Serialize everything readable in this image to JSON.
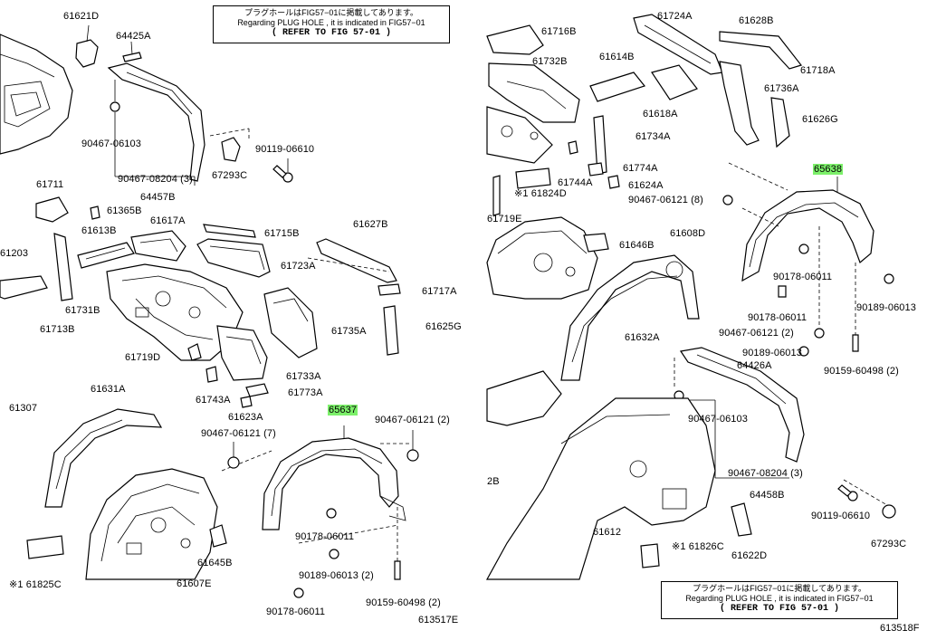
{
  "notes": {
    "left": {
      "jp": "プラグホールはFIG57−01に掲載してあります。",
      "en": "Regarding PLUG HOLE , it is indicated in FIG57−01",
      "ref": "( REFER TO FIG 57-01 )"
    },
    "right": {
      "jp": "プラグホールはFIG57−01に掲載してあります。",
      "en": "Regarding PLUG HOLE , it is indicated in FIG57−01",
      "ref": "( REFER TO FIG 57-01 )"
    }
  },
  "left_labels": {
    "p61621D": "61621D",
    "p64425A": "64425A",
    "p90467_06103": "90467-06103",
    "p90119_06610": "90119-06610",
    "p90467_08204": "90467-08204 (3)",
    "p67293C": "67293C",
    "p64457B": "64457B",
    "p61711": "61711",
    "p61365B": "61365B",
    "p61617A": "61617A",
    "p61715B": "61715B",
    "p61627B": "61627B",
    "p61613B": "61613B",
    "p61203": "61203",
    "p61723A": "61723A",
    "p61717A": "61717A",
    "p61731B": "61731B",
    "p61625G": "61625G",
    "p61713B": "61713B",
    "p61735A": "61735A",
    "p61719D": "61719D",
    "p61733A": "61733A",
    "p61307": "61307",
    "p61631A": "61631A",
    "p61743A": "61743A",
    "p61773A": "61773A",
    "p61623A": "61623A",
    "p65637": "65637",
    "p90467_06121_7": "90467-06121 (7)",
    "p90467_06121_2": "90467-06121 (2)",
    "p90178_06011a": "90178-06011",
    "p61645B": "61645B",
    "p90189_06013": "90189-06013 (2)",
    "p61825C": "※1 61825C",
    "p61607E": "61607E",
    "p90178_06011b": "90178-06011",
    "p90159_60498": "90159-60498 (2)",
    "fig": "613517E"
  },
  "right_labels": {
    "p61716B": "61716B",
    "p61724A": "61724A",
    "p61628B": "61628B",
    "p61732B": "61732B",
    "p61614B": "61614B",
    "p61718A": "61718A",
    "p61736A": "61736A",
    "p61618A": "61618A",
    "p61626G": "61626G",
    "p61734A": "61734A",
    "p61774A": "61774A",
    "p65638": "65638",
    "p61744A": "61744A",
    "p61624A": "61624A",
    "p90467_06121_8": "90467-06121 (8)",
    "p61824D": "※1 61824D",
    "p61719E": "61719E",
    "p61608D": "61608D",
    "p61646B": "61646B",
    "p90178_06011a": "90178-06011",
    "p90189_06013a": "90189-06013",
    "p90178_06011b": "90178-06011",
    "p61632A": "61632A",
    "p90467_06121_2": "90467-06121 (2)",
    "p90189_06013b": "90189-06013",
    "p90159_60498": "90159-60498 (2)",
    "p64426A": "64426A",
    "p90467_06103": "90467-06103",
    "p2B": "2B",
    "p90467_08204": "90467-08204 (3)",
    "p64458B": "64458B",
    "p61612": "61612",
    "p90119_06610": "90119-06610",
    "p61826C": "※1 61826C",
    "p61622D": "61622D",
    "p67293C": "67293C",
    "fig": "613518F"
  },
  "highlight_color": "#7cf06a"
}
